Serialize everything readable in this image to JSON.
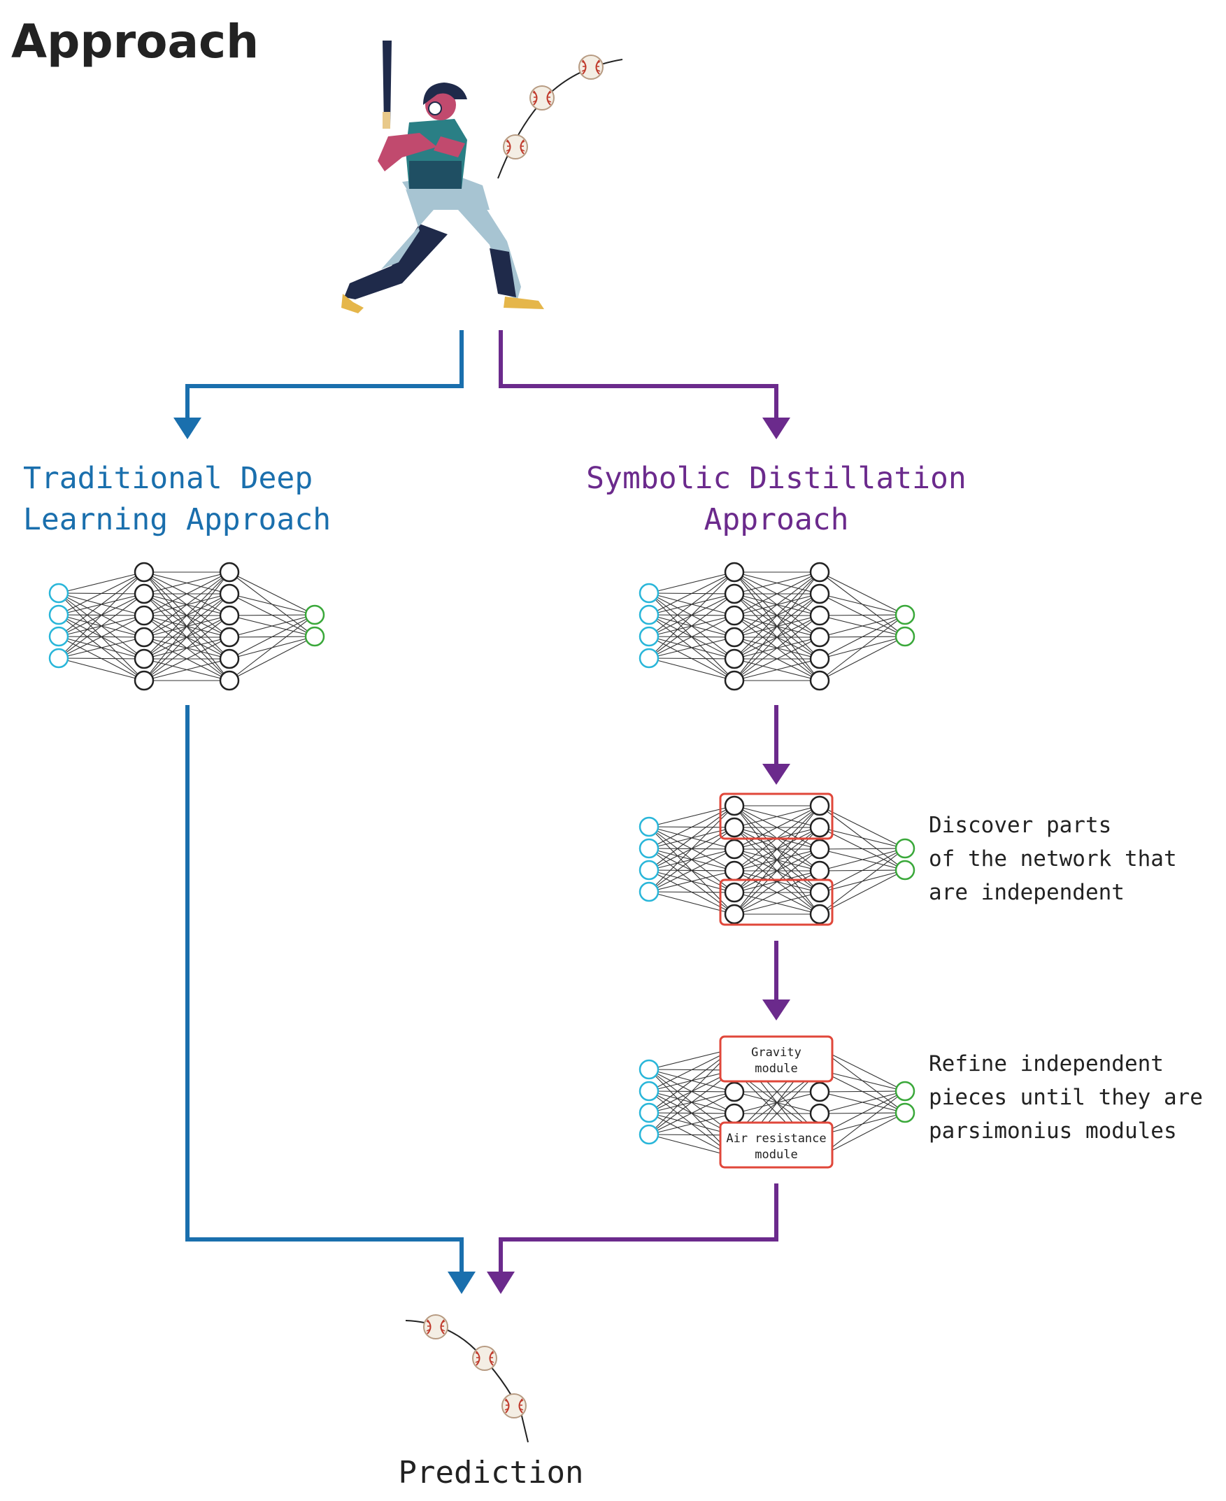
{
  "title": "Approach",
  "left_branch": {
    "title_line1": "Traditional Deep",
    "title_line2": "Learning Approach"
  },
  "right_branch": {
    "title_line1": "Symbolic Distillation",
    "title_line2": "Approach",
    "step1_caption": [
      "Discover parts",
      "of the network that",
      "are independent"
    ],
    "step2_caption": [
      "Refine independent",
      "pieces until they are",
      "parsimonius modules"
    ],
    "gravity_module": [
      "Gravity",
      "module"
    ],
    "air_resistance_module": [
      "Air resistance",
      "module"
    ]
  },
  "output_label": "Prediction",
  "colors": {
    "blue": "#1a6fad",
    "purple": "#6b2a8c",
    "input_node": "#29b6d9",
    "output_node": "#3aa83a",
    "module_box": "#e0473a",
    "text": "#222222"
  },
  "icons": [
    "batter-illustration",
    "baseball-icon"
  ]
}
